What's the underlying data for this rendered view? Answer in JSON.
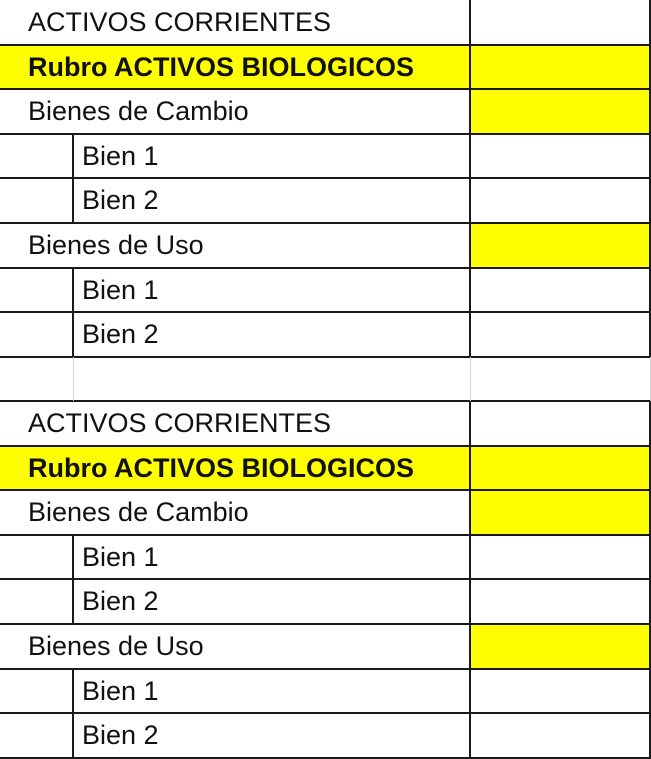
{
  "tables": [
    {
      "rows": [
        {
          "label": "ACTIVOS CORRIENTES",
          "level": 0,
          "bold": false,
          "label_fill": "",
          "value_fill": ""
        },
        {
          "label": "Rubro ACTIVOS BIOLOGICOS",
          "level": 0,
          "bold": true,
          "label_fill": "#ffff00",
          "value_fill": "#ffff00"
        },
        {
          "label": "Bienes de Cambio",
          "level": 0,
          "bold": false,
          "label_fill": "",
          "value_fill": "#ffff00"
        },
        {
          "label": "Bien 1",
          "level": 1,
          "bold": false,
          "label_fill": "",
          "value_fill": ""
        },
        {
          "label": "Bien 2",
          "level": 1,
          "bold": false,
          "label_fill": "",
          "value_fill": ""
        },
        {
          "label": "Bienes de Uso",
          "level": 0,
          "bold": false,
          "label_fill": "",
          "value_fill": "#ffff00"
        },
        {
          "label": "Bien 1",
          "level": 1,
          "bold": false,
          "label_fill": "",
          "value_fill": ""
        },
        {
          "label": "Bien 2",
          "level": 1,
          "bold": false,
          "label_fill": "",
          "value_fill": ""
        }
      ]
    },
    {
      "rows": [
        {
          "label": "ACTIVOS CORRIENTES",
          "level": 0,
          "bold": false,
          "label_fill": "",
          "value_fill": ""
        },
        {
          "label": "Rubro ACTIVOS BIOLOGICOS",
          "level": 0,
          "bold": true,
          "label_fill": "#ffff00",
          "value_fill": "#ffff00"
        },
        {
          "label": "Bienes de Cambio",
          "level": 0,
          "bold": false,
          "label_fill": "",
          "value_fill": "#ffff00"
        },
        {
          "label": "Bien 1",
          "level": 1,
          "bold": false,
          "label_fill": "",
          "value_fill": ""
        },
        {
          "label": "Bien 2",
          "level": 1,
          "bold": false,
          "label_fill": "",
          "value_fill": ""
        },
        {
          "label": "Bienes de Uso",
          "level": 0,
          "bold": false,
          "label_fill": "",
          "value_fill": "#ffff00"
        },
        {
          "label": "Bien 1",
          "level": 1,
          "bold": false,
          "label_fill": "",
          "value_fill": ""
        },
        {
          "label": "Bien 2",
          "level": 1,
          "bold": false,
          "label_fill": "",
          "value_fill": ""
        }
      ]
    }
  ],
  "colors": {
    "highlight": "#ffff00",
    "border": "#1a1a1a",
    "gridline": "#d4d4d4"
  }
}
